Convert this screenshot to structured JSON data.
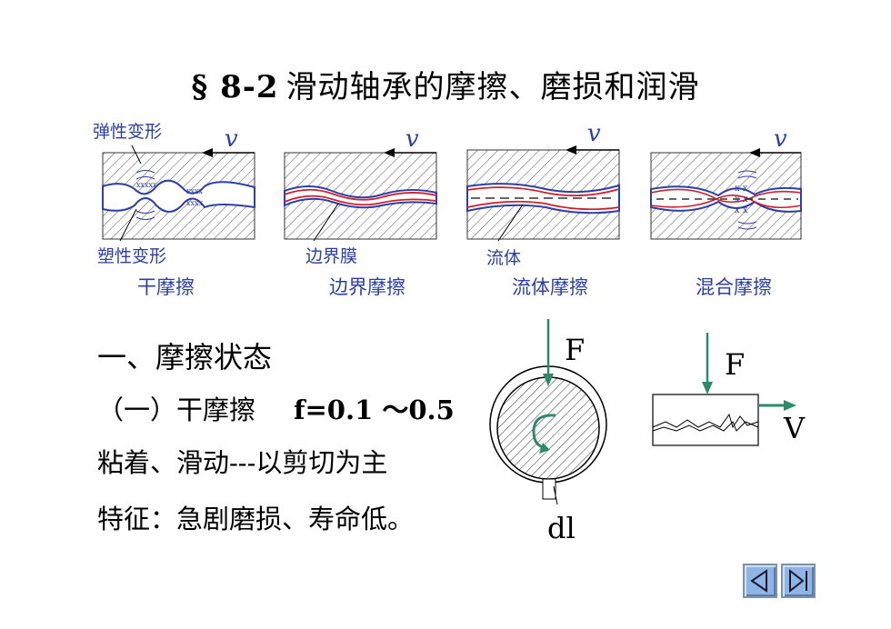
{
  "title": {
    "section": "§ 8-2",
    "text": "滑动轴承的摩擦、磨损和润滑"
  },
  "friction_diagrams": {
    "velocity_label": "v",
    "top_left_label": "弹性变形",
    "labels": {
      "plastic": "塑性变形",
      "boundary_film": "边界膜",
      "fluid": "流体"
    },
    "captions": [
      "干摩擦",
      "边界摩擦",
      "流体摩擦",
      "混合摩擦"
    ],
    "colors": {
      "line": "#2b3fa8",
      "film": "#d0202a"
    }
  },
  "body": {
    "heading": "一、摩擦状态",
    "sub_prefix": "（一）干摩擦",
    "sub_formula": "f=0.1 ～0.5",
    "line1": "粘着、滑动---以剪切为主",
    "line2": "特征：急剧磨损、寿命低。"
  },
  "bearing_diagram": {
    "force_label": "F",
    "dl_label": "dl",
    "arrow_color": "#2f8a6a"
  },
  "block_diagram": {
    "force_label": "F",
    "velocity_label": "V"
  },
  "nav": {
    "prev_icon": "triangle-left-icon",
    "next_icon": "triangle-right-end-icon"
  }
}
